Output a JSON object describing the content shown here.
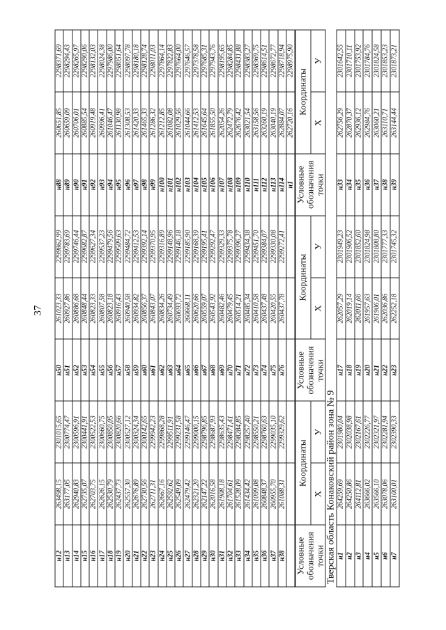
{
  "page_number": "37",
  "header": {
    "label": "Условные обозначения точки",
    "coords": "Координаты",
    "x": "X",
    "y": "У"
  },
  "continuation": {
    "groups": [
      {
        "points": [
          {
            "id": "н12",
            "x": "263498,15",
            "y": "2301015,65"
          },
          {
            "id": "н13",
            "x": "263177,05",
            "y": "2300774,47"
          },
          {
            "id": "н14",
            "x": "262940,83",
            "y": "2300596,91"
          },
          {
            "id": "н15",
            "x": "262735,07",
            "y": "2300441,91"
          },
          {
            "id": "н16",
            "x": "262703,75",
            "y": "2300522,53"
          },
          {
            "id": "н17",
            "x": "262626,15",
            "y": "2300660,75"
          },
          {
            "id": "н18",
            "x": "262530,79",
            "y": "2300850,05"
          },
          {
            "id": "н19",
            "x": "262437,73",
            "y": "2300820,66"
          },
          {
            "id": "н20",
            "x": "262557,30",
            "y": "2300527,12"
          },
          {
            "id": "н21",
            "x": "262676,89",
            "y": "2300324,34"
          },
          {
            "id": "н22",
            "x": "262730,56",
            "y": "2300142,65"
          },
          {
            "id": "н23",
            "x": "262711,31",
            "y": "2299942,23"
          },
          {
            "id": "н24",
            "x": "262667,16",
            "y": "2299868,28"
          },
          {
            "id": "н25",
            "x": "262592,62",
            "y": "2299511,91"
          },
          {
            "id": "н26",
            "x": "262549,09",
            "y": "2299231,58"
          },
          {
            "id": "н27",
            "x": "262479,42",
            "y": "2299146,47"
          },
          {
            "id": "н28",
            "x": "262321,20",
            "y": "2299000,15"
          },
          {
            "id": "н29",
            "x": "262147,22",
            "y": "2298796,85"
          },
          {
            "id": "н30",
            "x": "262016,58",
            "y": "2298687,93"
          },
          {
            "id": "н31",
            "x": "261908,18",
            "y": "2298635,43"
          },
          {
            "id": "н32",
            "x": "261704,61",
            "y": "2298471,41"
          },
          {
            "id": "н33",
            "x": "261528,09",
            "y": "2298284,85"
          },
          {
            "id": "н34",
            "x": "261434,42",
            "y": "2298257,40"
          },
          {
            "id": "н35",
            "x": "261099,08",
            "y": "2298550,21"
          },
          {
            "id": "н36",
            "x": "260848,37",
            "y": "2298760,63"
          },
          {
            "id": "н37",
            "x": "260955,70",
            "y": "2299035,10"
          },
          {
            "id": "н38",
            "x": "261088,31",
            "y": "2299329,62"
          }
        ]
      },
      {
        "points": [
          {
            "id": "н50",
            "x": "261023,33",
            "y": "2299862,99"
          },
          {
            "id": "н51",
            "x": "260927,86",
            "y": "2299783,69"
          },
          {
            "id": "н52",
            "x": "260886,68",
            "y": "2299746,44"
          },
          {
            "id": "н53",
            "x": "260848,44",
            "y": "2299682,87"
          },
          {
            "id": "н54",
            "x": "260823,33",
            "y": "2299627,34"
          },
          {
            "id": "н55",
            "x": "260807,58",
            "y": "2299537,23"
          },
          {
            "id": "н56",
            "x": "260823,18",
            "y": "2299479,56"
          },
          {
            "id": "н57",
            "x": "260916,43",
            "y": "2299509,63"
          },
          {
            "id": "н58",
            "x": "260940,58",
            "y": "2299484,72"
          },
          {
            "id": "н59",
            "x": "260934,82",
            "y": "2299412,53"
          },
          {
            "id": "н60",
            "x": "260856,37",
            "y": "2299392,14"
          },
          {
            "id": "н61",
            "x": "260843,07",
            "y": "2299370,95"
          },
          {
            "id": "н62",
            "x": "260834,26",
            "y": "2299316,89"
          },
          {
            "id": "н63",
            "x": "260734,49",
            "y": "2299148,96"
          },
          {
            "id": "н64",
            "x": "260693,72",
            "y": "2299146,18"
          },
          {
            "id": "н65",
            "x": "260668,11",
            "y": "2299185,90"
          },
          {
            "id": "н66",
            "x": "260620,66",
            "y": "2299168,39"
          },
          {
            "id": "н67",
            "x": "260559,07",
            "y": "2299195,41"
          },
          {
            "id": "н68",
            "x": "260543,92",
            "y": "2299292,47"
          },
          {
            "id": "н69",
            "x": "260482,46",
            "y": "2299329,33"
          },
          {
            "id": "н70",
            "x": "260479,45",
            "y": "2299375,78"
          },
          {
            "id": "н71",
            "x": "260514,21",
            "y": "2299396,27"
          },
          {
            "id": "н72",
            "x": "260485,34",
            "y": "2299434,38"
          },
          {
            "id": "н73",
            "x": "260410,58",
            "y": "2299451,70"
          },
          {
            "id": "н74",
            "x": "260437,48",
            "y": "2299384,07"
          },
          {
            "id": "н75",
            "x": "260420,55",
            "y": "2299330,08"
          },
          {
            "id": "н76",
            "x": "260437,78",
            "y": "2299272,41"
          }
        ]
      },
      {
        "points": [
          {
            "id": "н88",
            "x": "260651,85",
            "y": "2298371,69"
          },
          {
            "id": "н89",
            "x": "260659,09",
            "y": "2298294,43"
          },
          {
            "id": "н90",
            "x": "260706,01",
            "y": "2298265,97"
          },
          {
            "id": "н91",
            "x": "260885,54",
            "y": "2298290,06"
          },
          {
            "id": "н92",
            "x": "260919,48",
            "y": "2298132,03"
          },
          {
            "id": "н93",
            "x": "260996,41",
            "y": "2298024,38"
          },
          {
            "id": "н94",
            "x": "261046,47",
            "y": "2297986,00"
          },
          {
            "id": "н95",
            "x": "261130,98",
            "y": "2298051,64"
          },
          {
            "id": "н96",
            "x": "261308,53",
            "y": "2298097,78"
          },
          {
            "id": "н97",
            "x": "261420,33",
            "y": "2298180,18"
          },
          {
            "id": "н98",
            "x": "261465,33",
            "y": "2298128,74"
          },
          {
            "id": "н99",
            "x": "261286,32",
            "y": "2298011,03"
          },
          {
            "id": "н100",
            "x": "261212,85",
            "y": "2297864,14"
          },
          {
            "id": "н101",
            "x": "261082,08",
            "y": "2297822,83"
          },
          {
            "id": "н102",
            "x": "261029,56",
            "y": "2297664,00"
          },
          {
            "id": "н103",
            "x": "261044,66",
            "y": "2297646,57"
          },
          {
            "id": "н104",
            "x": "261412,53",
            "y": "2297378,58"
          },
          {
            "id": "н105",
            "x": "261645,64",
            "y": "2297685,31"
          },
          {
            "id": "н106",
            "x": "261855,50",
            "y": "2297943,76"
          },
          {
            "id": "н107",
            "x": "262054,26",
            "y": "2298195,65"
          },
          {
            "id": "н108",
            "x": "262472,79",
            "y": "2298284,85"
          },
          {
            "id": "н109",
            "x": "262676,42",
            "y": "2298431,88"
          },
          {
            "id": "н110",
            "x": "263021,54",
            "y": "2298383,27"
          },
          {
            "id": "н111",
            "x": "263158,56",
            "y": "2298369,75"
          },
          {
            "id": "н112",
            "x": "263260,19",
            "y": "2298614,51"
          },
          {
            "id": "н113",
            "x": "263040,19",
            "y": "2298672,77"
          },
          {
            "id": "н114",
            "x": "262884,07",
            "y": "2298718,94"
          },
          {
            "id": "н1",
            "x": "262720,16",
            "y": "2298975,90"
          }
        ]
      }
    ]
  },
  "zone9": {
    "title": "Тверская область Конаковский район зона № 9",
    "groups": [
      {
        "points": [
          {
            "id": "н1",
            "x": "264259,69",
            "y": "2301980,04"
          },
          {
            "id": "н2",
            "x": "264250,86",
            "y": "2302038,98"
          },
          {
            "id": "н3",
            "x": "264112,81",
            "y": "2302167,61"
          },
          {
            "id": "н4",
            "x": "263666,02",
            "y": "2302226,77"
          },
          {
            "id": "н5",
            "x": "263566,10",
            "y": "2302321,97"
          },
          {
            "id": "н6",
            "x": "263078,06",
            "y": "2302281,94"
          },
          {
            "id": "н7",
            "x": "263100,01",
            "y": "2302390,33"
          }
        ]
      },
      {
        "points": [
          {
            "id": "н17",
            "x": "262057,29",
            "y": "2301949,23"
          },
          {
            "id": "н18",
            "x": "262019,14",
            "y": "2301906,52"
          },
          {
            "id": "н19",
            "x": "262011,66",
            "y": "2301852,60"
          },
          {
            "id": "н20",
            "x": "261957,63",
            "y": "2301824,98"
          },
          {
            "id": "н21",
            "x": "261906,01",
            "y": "2301808,80"
          },
          {
            "id": "н22",
            "x": "262036,86",
            "y": "2301777,33"
          },
          {
            "id": "н23",
            "x": "262252,18",
            "y": "2301745,32"
          }
        ]
      },
      {
        "points": [
          {
            "id": "н33",
            "x": "262756,29",
            "y": "2301642,55"
          },
          {
            "id": "н34",
            "x": "262870,37",
            "y": "2301710,11"
          },
          {
            "id": "н35",
            "x": "262936,12",
            "y": "2301753,92"
          },
          {
            "id": "н36",
            "x": "262984,76",
            "y": "2301784,76"
          },
          {
            "id": "н37",
            "x": "263060,21",
            "y": "2301824,58"
          },
          {
            "id": "н38",
            "x": "263110,71",
            "y": "2301853,23"
          },
          {
            "id": "н39",
            "x": "263144,44",
            "y": "2301873,21"
          }
        ]
      }
    ]
  }
}
